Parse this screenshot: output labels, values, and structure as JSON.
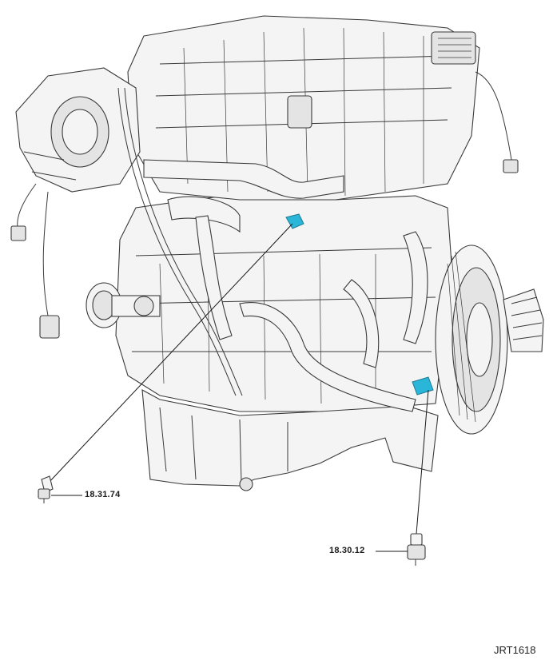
{
  "figure": {
    "reference_code": "JRT1618"
  },
  "callouts": [
    {
      "id": "left-sensor",
      "label": "18.31.74"
    },
    {
      "id": "right-sensor",
      "label": "18.30.12"
    }
  ],
  "colors": {
    "highlight": "#29b6d8",
    "line": "#3a3a3a",
    "engine_fill": "#f4f4f4",
    "background": "#ffffff"
  }
}
